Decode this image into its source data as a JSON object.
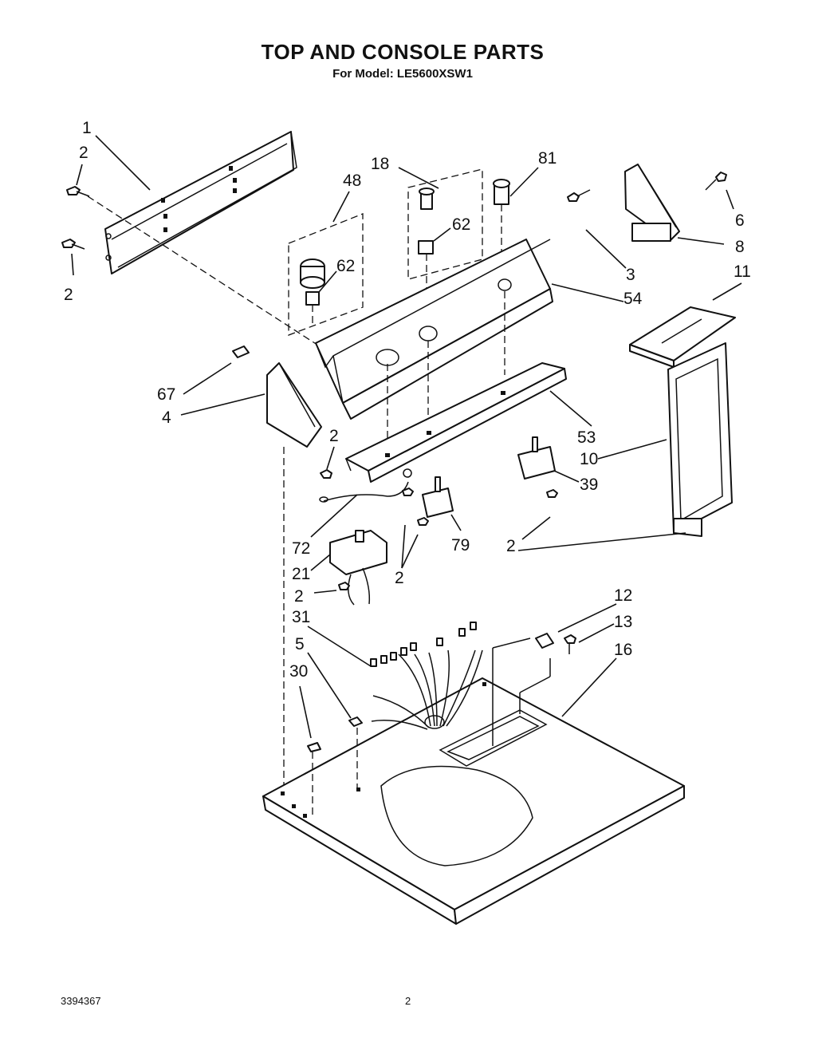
{
  "title": "TOP AND CONSOLE PARTS",
  "subtitle": "For Model: LE5600XSW1",
  "footer": {
    "doc_number": "3394367",
    "page": "2"
  },
  "callouts": {
    "c1": "1",
    "c2a": "2",
    "c2b": "2",
    "c18": "18",
    "c48": "48",
    "c62a": "62",
    "c62b": "62",
    "c81": "81",
    "c6": "6",
    "c3": "3",
    "c8": "8",
    "c54": "54",
    "c11": "11",
    "c67": "67",
    "c4": "4",
    "c2c": "2",
    "c53": "53",
    "c10": "10",
    "c39": "39",
    "c72": "72",
    "c79": "79",
    "c2d": "2",
    "c21": "21",
    "c2e": "2",
    "c2f": "2",
    "c12": "12",
    "c13": "13",
    "c31": "31",
    "c16": "16",
    "c5": "5",
    "c30": "30"
  }
}
